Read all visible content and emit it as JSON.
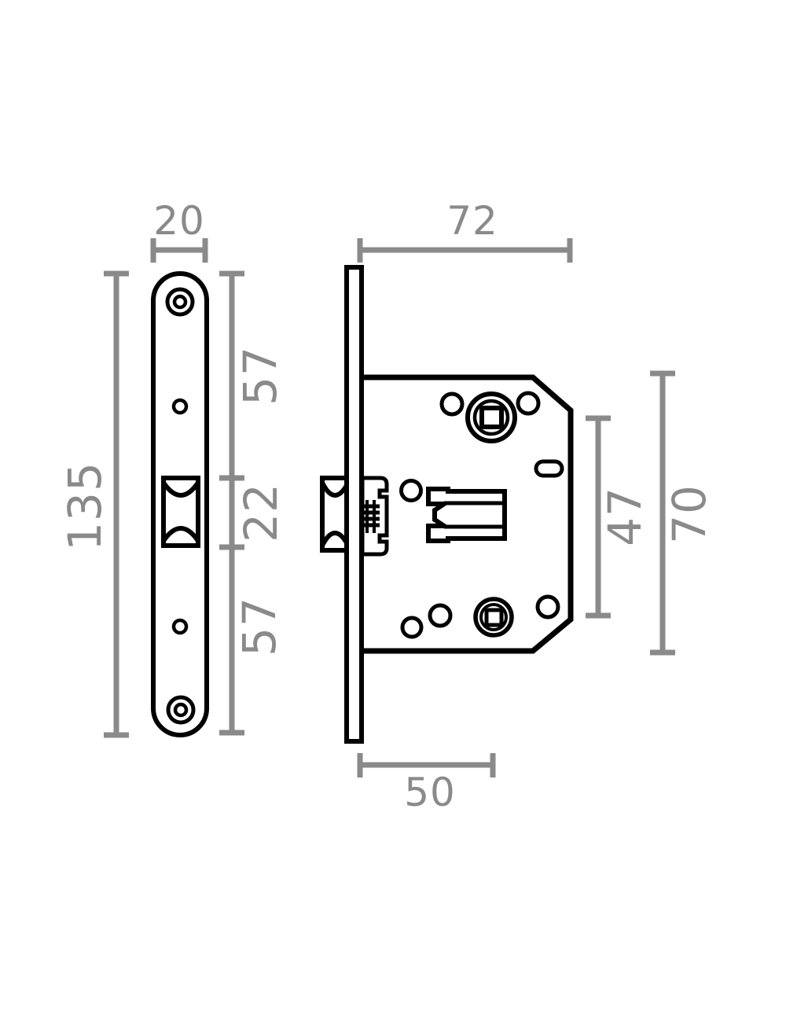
{
  "diagram": {
    "kind": "technical-drawing",
    "subject": "mortise-latch-lock",
    "colors": {
      "ink": "#000000",
      "dim": "#8a8a8a",
      "bg": "#ffffff"
    },
    "dims": {
      "plate_width": "20",
      "plate_height": "135",
      "seg_top": "57",
      "seg_mid": "22",
      "seg_bottom": "57",
      "body_depth": "72",
      "hub_spacing": "47",
      "body_height": "70",
      "backset": "50"
    }
  }
}
